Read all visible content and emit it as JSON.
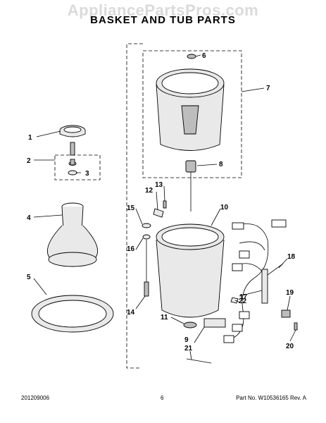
{
  "watermark": "AppliancePartsPros.com",
  "title": "BASKET AND TUB PARTS",
  "callouts": [
    "1",
    "2",
    "3",
    "4",
    "5",
    "6",
    "7",
    "8",
    "9",
    "10",
    "11",
    "12",
    "13",
    "14",
    "15",
    "16",
    "17",
    "18",
    "19",
    "20",
    "21",
    "22"
  ],
  "footer": {
    "left": "201209006",
    "center": "6",
    "right": "Part No. W10536165  Rev. A"
  }
}
